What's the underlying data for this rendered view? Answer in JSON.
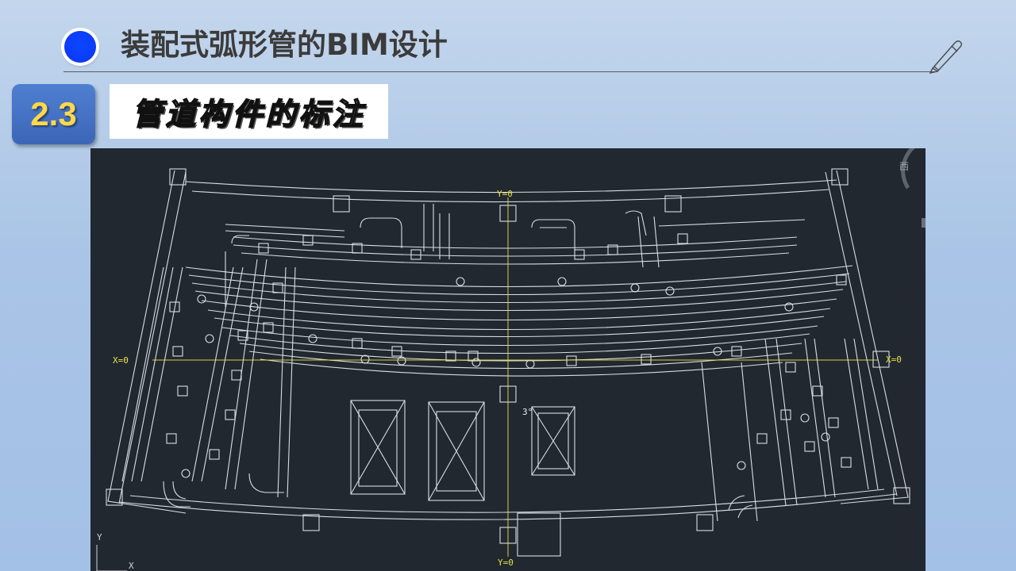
{
  "header": {
    "title": "装配式弧形管的BIM设计"
  },
  "section": {
    "number": "2.3",
    "heading": "管道构件的标注"
  },
  "drawing": {
    "axis_y_top": "Y=0",
    "axis_y_bottom": "Y=0",
    "axis_x_left": "X=0",
    "axis_x_right": "X=0",
    "angle_note": "3°",
    "compass_text": "西",
    "ucs_y": "Y",
    "ucs_x": "X"
  },
  "colors": {
    "cad_background": "#212830",
    "line": "#e9eef2",
    "axis": "#e6e04a",
    "badge": "#3c66b8",
    "badge_text": "#ffd84a",
    "dot": "#0c3dff"
  },
  "icons": {
    "title_marker": "blue-dot",
    "decoration": "pen-icon",
    "compass": "viewcube-compass"
  }
}
